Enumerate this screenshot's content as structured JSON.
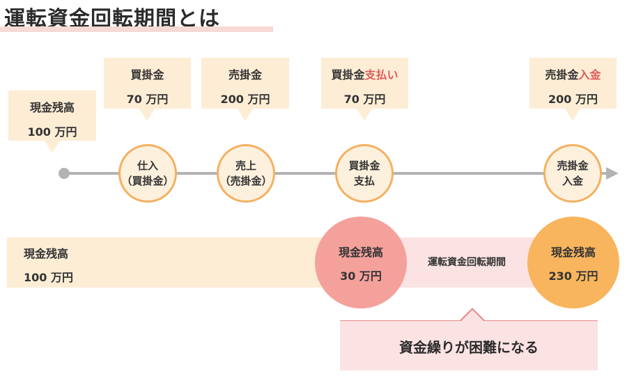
{
  "title": "運転資金回転期間とは",
  "callouts": {
    "initial": {
      "label": "現金残高",
      "value": "100 万円"
    },
    "purchase": {
      "label": "買掛金",
      "value": "70 万円"
    },
    "sale": {
      "label": "売掛金",
      "value": "200 万円"
    },
    "payment": {
      "label_a": "買掛金",
      "label_b": "支払い",
      "value": "70 万円"
    },
    "collection": {
      "label_a": "売掛金",
      "label_b": "入金",
      "value": "200 万円"
    }
  },
  "nodes": {
    "purchase": {
      "l1": "仕入",
      "l2": "（買掛金）"
    },
    "sale": {
      "l1": "売上",
      "l2": "（売掛金）"
    },
    "payment": {
      "l1": "買掛金",
      "l2": "支払"
    },
    "collection": {
      "l1": "売掛金",
      "l2": "入金"
    }
  },
  "balances": {
    "start": {
      "label": "現金残高",
      "value": "100 万円"
    },
    "after_payment": {
      "label": "現金残高",
      "value": "30 万円"
    },
    "after_collection": {
      "label": "現金残高",
      "value": "230 万円"
    }
  },
  "period_label": "運転資金回転期間",
  "note": "資金繰りが困難になる",
  "colors": {
    "accent_orange": "#f5b061",
    "accent_pink": "#f4a19c",
    "highlight_red": "#e05a5a"
  }
}
